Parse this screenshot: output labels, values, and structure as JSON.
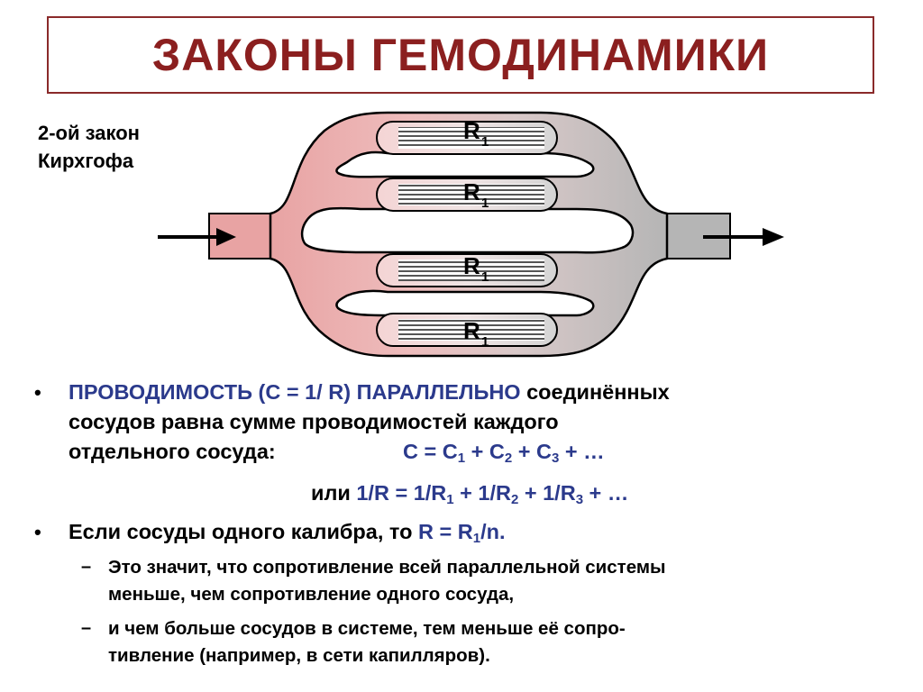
{
  "title": "ЗАКОНЫ ГЕМОДИНАМИКИ",
  "law_label": [
    "2-ой закон",
    "Кирхгофа"
  ],
  "diagram": {
    "resistor_label": "R",
    "resistor_sub": "1",
    "colors": {
      "artery": "#e8a3a3",
      "artery_dark": "#c98787",
      "vein": "#b8b8b8",
      "vein_dark": "#8f8f8f",
      "outline": "#000000"
    }
  },
  "bullets": {
    "b1": {
      "blue_lead": "ПРОВОДИМОСТЬ (С = 1/ R) ПАРАЛЛЕЛЬНО",
      "rest1": " соединённых",
      "line2": "сосудов равна сумме проводимостей каждого",
      "line3": "отдельного сосуда:",
      "formula1": {
        "c": "С = С",
        "s1": "1",
        "p2": " + С",
        "s2": "2",
        "p3": " + С",
        "s3": "3",
        "end": " + …"
      },
      "formula2": {
        "ili": "или ",
        "a": "1/R = 1/R",
        "s1": "1",
        "p2": " + 1/R",
        "s2": "2",
        "p3": " + 1/R",
        "s3": "3",
        "end": " + …"
      }
    },
    "b2": {
      "text": "Если сосуды одного калибра, то ",
      "blue": "R = R",
      "sub": "1",
      "blue_end": "/n."
    },
    "sub1": {
      "line1": "Это значит, что сопротивление всей параллельной системы",
      "line2": "меньше, чем сопротивление одного сосуда,"
    },
    "sub2": {
      "line1": "и чем больше сосудов в системе, тем меньше её сопро-",
      "line2": "тивление (например, в сети капилляров)."
    },
    "bullet_char": "•",
    "dash_char": "–"
  }
}
